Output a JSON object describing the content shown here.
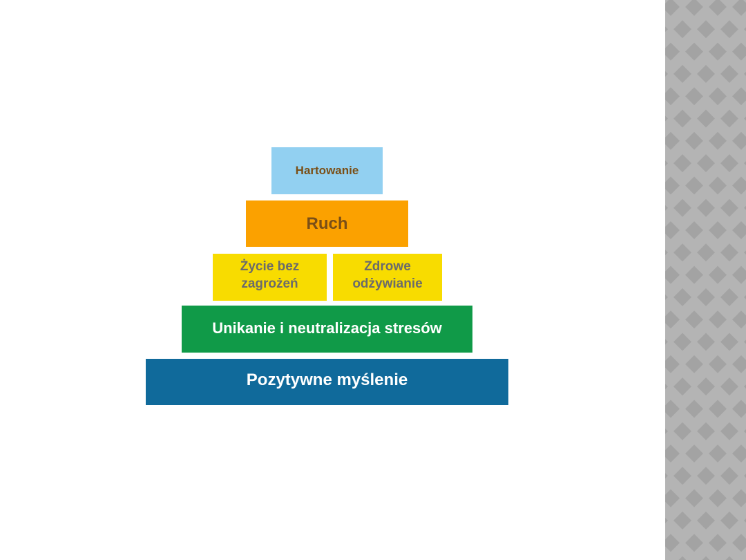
{
  "pyramid": {
    "levels": [
      {
        "text": "Hartowanie",
        "fill": "#92d0f1",
        "text_color": "#7a4f17"
      },
      {
        "text": "Ruch",
        "fill": "#fba100",
        "text_color": "#7a4f17"
      },
      {
        "text": "Życie bez\nzagrożeń",
        "fill": "#f8dc00",
        "text_color": "#6b6b6b"
      },
      {
        "text": "Zdrowe\nodżywianie",
        "fill": "#f8dc00",
        "text_color": "#6b6b6b"
      },
      {
        "text": "Unikanie i neutralizacja stresów",
        "fill": "#109a48",
        "text_color": "#ffffff"
      },
      {
        "text": "Pozytywne myślenie",
        "fill": "#106a9b",
        "text_color": "#ffffff"
      }
    ]
  },
  "decor": {
    "side_panel_pattern": "diamond-lattice",
    "side_panel_color": "#b4b4b4",
    "diamond_color": "#a3a3a3"
  }
}
